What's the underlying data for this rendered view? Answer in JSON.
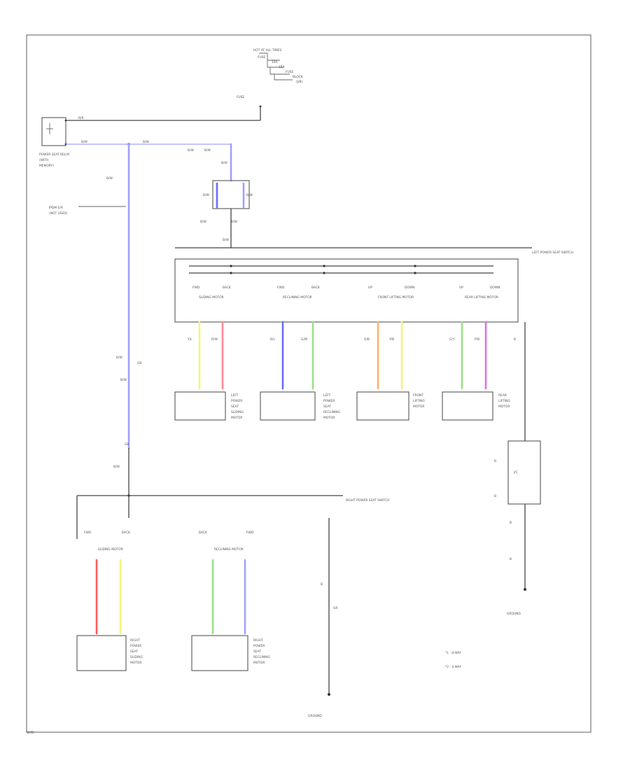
{
  "colors": {
    "line": "#444444",
    "blue": "#6b6bff",
    "yellow": "#f4f47a",
    "pink": "#ff8a9a",
    "green": "#9be08a",
    "orange": "#ffb266",
    "magenta": "#e070e0",
    "red": "#ff5a5a",
    "light_blue": "#a0a0ff"
  },
  "labels": {
    "top_source": "HOT AT ALL TIMES",
    "top_fuse_a": "FUSE",
    "top_fuse_b": "FUSE",
    "relay": "POWER SEAT RELAY",
    "ipdm": "IPDM E/R",
    "lh_seat_switch": "LEFT POWER SEAT SWITCH",
    "rh_seat_switch": "RIGHT POWER SEAT SWITCH",
    "motor_1": "SLIDING MOTOR",
    "motor_2": "RECLINING MOTOR",
    "motor_3": "FRONT LIFTING MOTOR",
    "motor_4": "REAR LIFTING MOTOR",
    "motor_5": "SLIDING MOTOR",
    "motor_6": "RECLINING MOTOR",
    "connector_1": "J/C",
    "ground_1": "GROUND",
    "ground_2": "GROUND",
    "note_1": "*1 : 8-WAY",
    "note_2": "*2 : 4-WAY",
    "footer": "W/D"
  }
}
